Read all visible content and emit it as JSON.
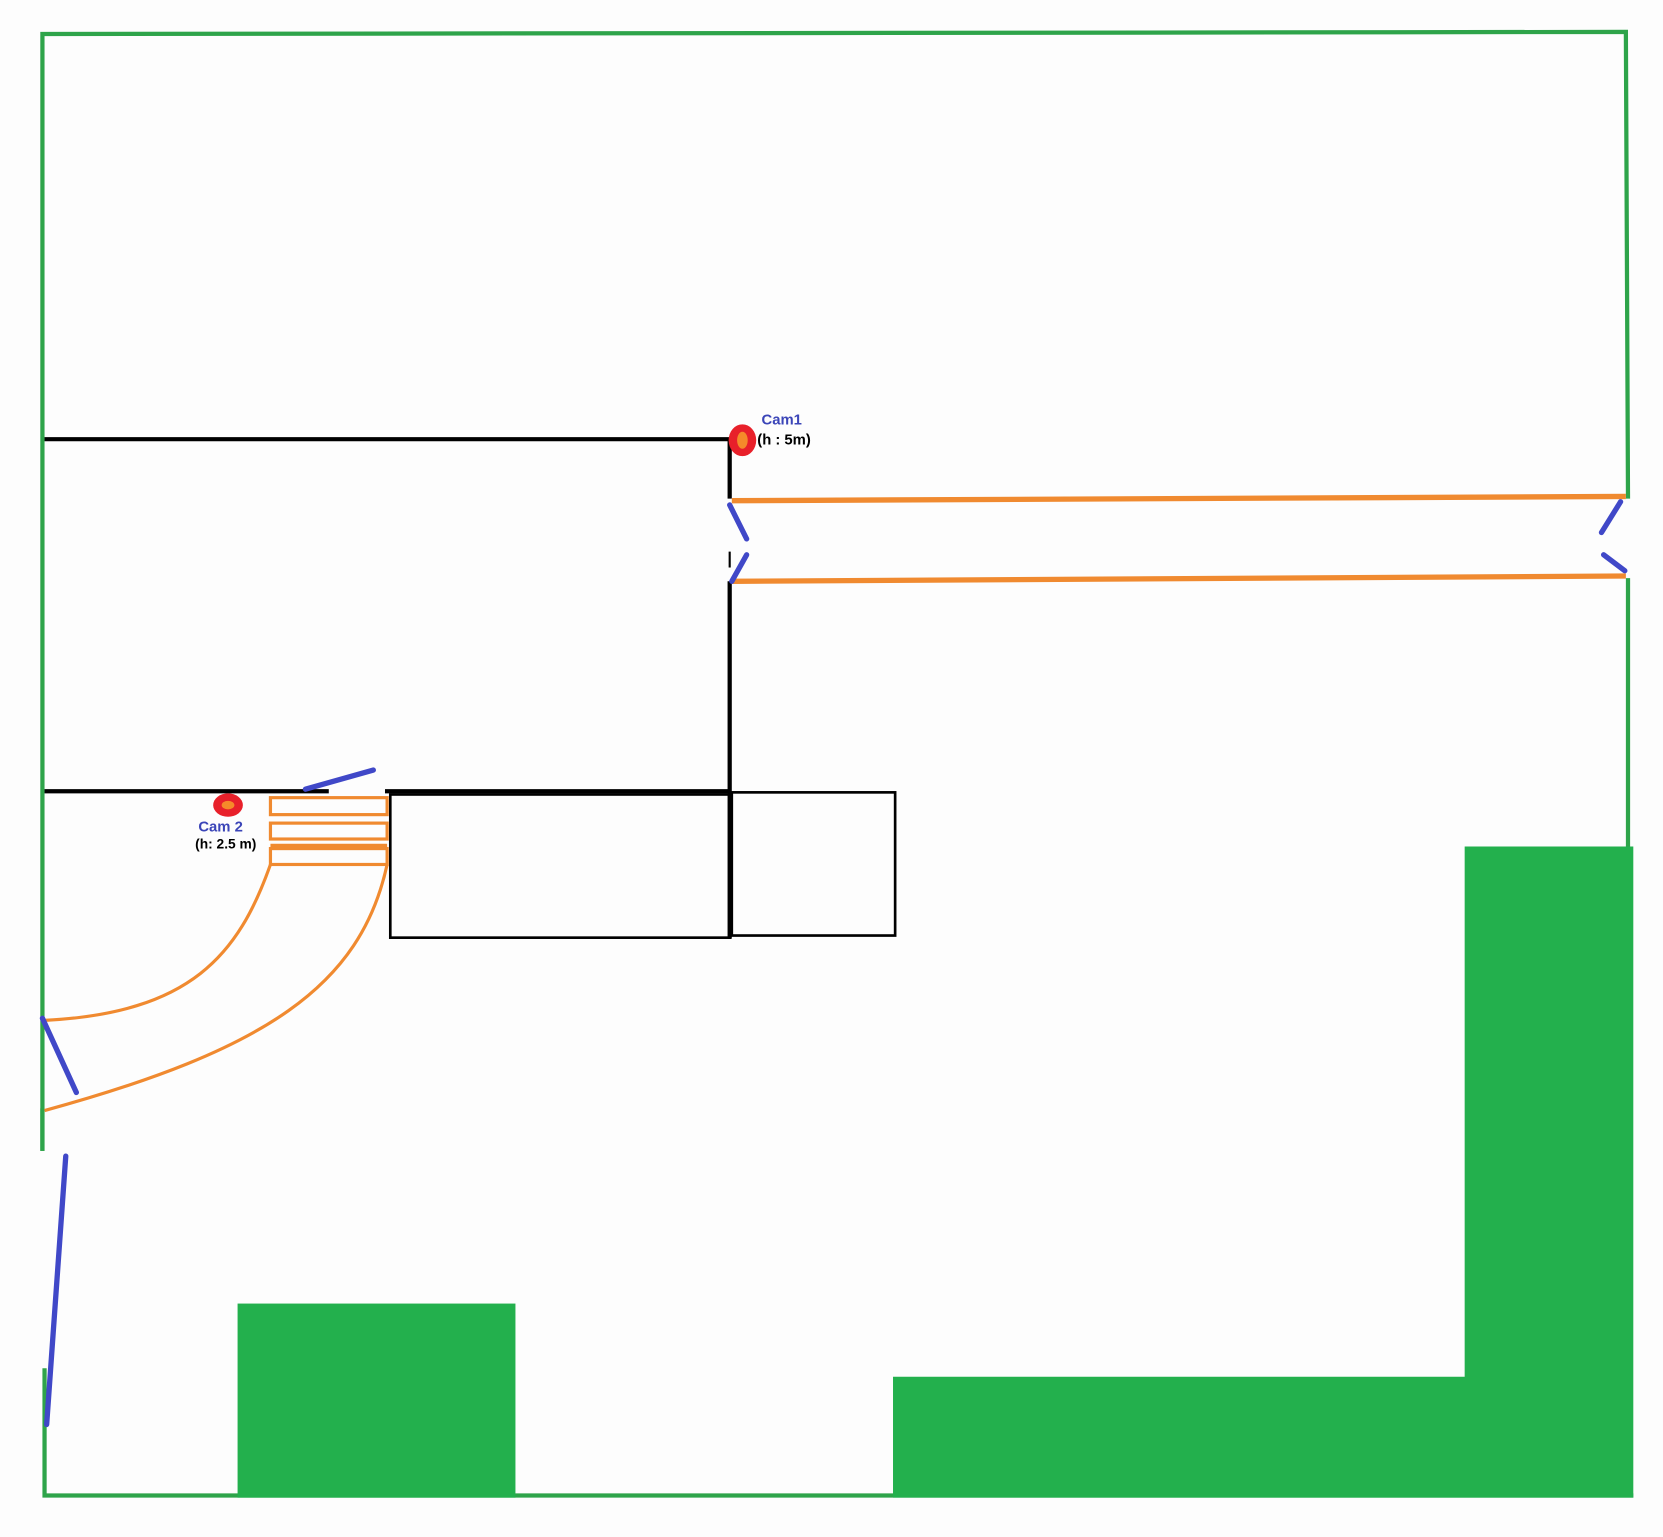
{
  "cameras": [
    {
      "name": "Cam1",
      "height": "(h : 5m)"
    },
    {
      "name": "Cam 2",
      "height": "(h: 2.5 m)"
    }
  ],
  "colors": {
    "boundary": "#2ea44a",
    "garden": "#23b04d",
    "wall": "#000000",
    "path": "#f08a30",
    "door": "#4048c8",
    "camera": "#e8202a",
    "camera_inner": "#f58a2a",
    "label": "#3b45b8"
  }
}
